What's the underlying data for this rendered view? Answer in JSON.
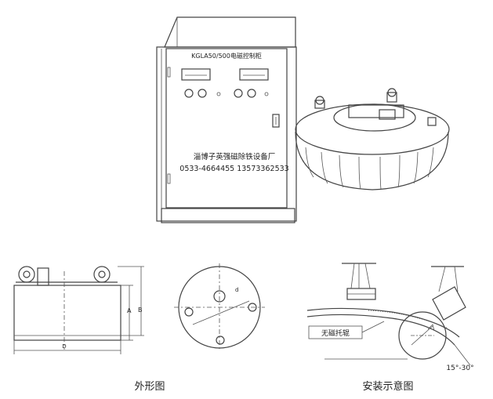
{
  "cabinet": {
    "model": "KGLA50/500电磁控制柜",
    "company": "淄博子英强磁除铁设备厂",
    "phone": "0533-4664455 13573362533"
  },
  "dimension_labels": {
    "a": "A",
    "b": "B",
    "d": "D"
  },
  "install": {
    "belt_label": "无磁托辊",
    "angle_label": "15°-30°"
  },
  "captions": {
    "outline": "外形图",
    "install": "安装示意图"
  }
}
